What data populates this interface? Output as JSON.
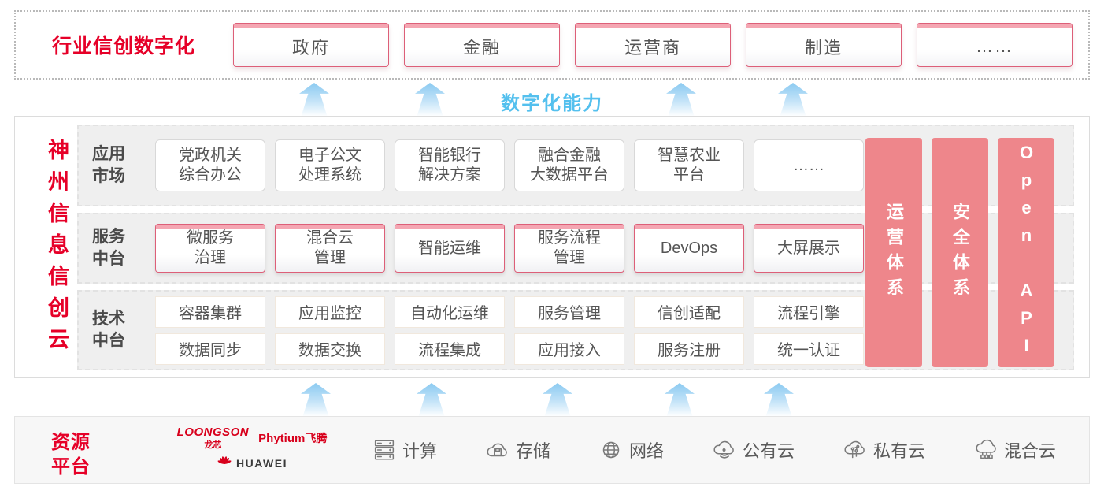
{
  "colors": {
    "brand_red": "#e60028",
    "pillar_pink": "#ee868b",
    "tab_border": "#dd5f78",
    "tab_accent": "#f4a6b2",
    "capability_blue": "#54c0ee"
  },
  "top_banner": {
    "title": "行业信创数字化",
    "tabs": [
      "政府",
      "金融",
      "运营商",
      "制造",
      "……"
    ]
  },
  "capability_label": "数字化能力",
  "platform": {
    "vertical_title": "神州信息信创云",
    "app_market": {
      "label": "应用\n市场",
      "boxes": [
        "党政机关\n综合办公",
        "电子公文\n处理系统",
        "智能银行\n解决方案",
        "融合金融\n大数据平台",
        "智慧农业\n平台",
        "……"
      ]
    },
    "service_middle": {
      "label": "服务\n中台",
      "boxes": [
        "微服务\n治理",
        "混合云\n管理",
        "智能运维",
        "服务流程\n管理",
        "DevOps",
        "大屏展示"
      ]
    },
    "tech_middle": {
      "label": "技术\n中台",
      "row1": [
        "容器集群",
        "应用监控",
        "自动化运维",
        "服务管理",
        "信创适配",
        "流程引擎"
      ],
      "row2": [
        "数据同步",
        "数据交换",
        "流程集成",
        "应用接入",
        "服务注册",
        "统一认证"
      ]
    },
    "pillars": [
      "运营体系",
      "安全体系",
      "Open API"
    ]
  },
  "resource": {
    "label": "资源\n平台",
    "vendors": {
      "loongson_en": "LOONGSON",
      "loongson_cn": "龙芯",
      "phytium_en": "Phytium",
      "phytium_cn": "飞腾",
      "huawei": "HUAWEI"
    },
    "items": [
      {
        "icon": "compute-icon",
        "label": "计算"
      },
      {
        "icon": "storage-icon",
        "label": "存储"
      },
      {
        "icon": "network-icon",
        "label": "网络"
      },
      {
        "icon": "public-cloud-icon",
        "label": "公有云"
      },
      {
        "icon": "private-cloud-icon",
        "label": "私有云"
      },
      {
        "icon": "hybrid-cloud-icon",
        "label": "混合云"
      }
    ]
  }
}
